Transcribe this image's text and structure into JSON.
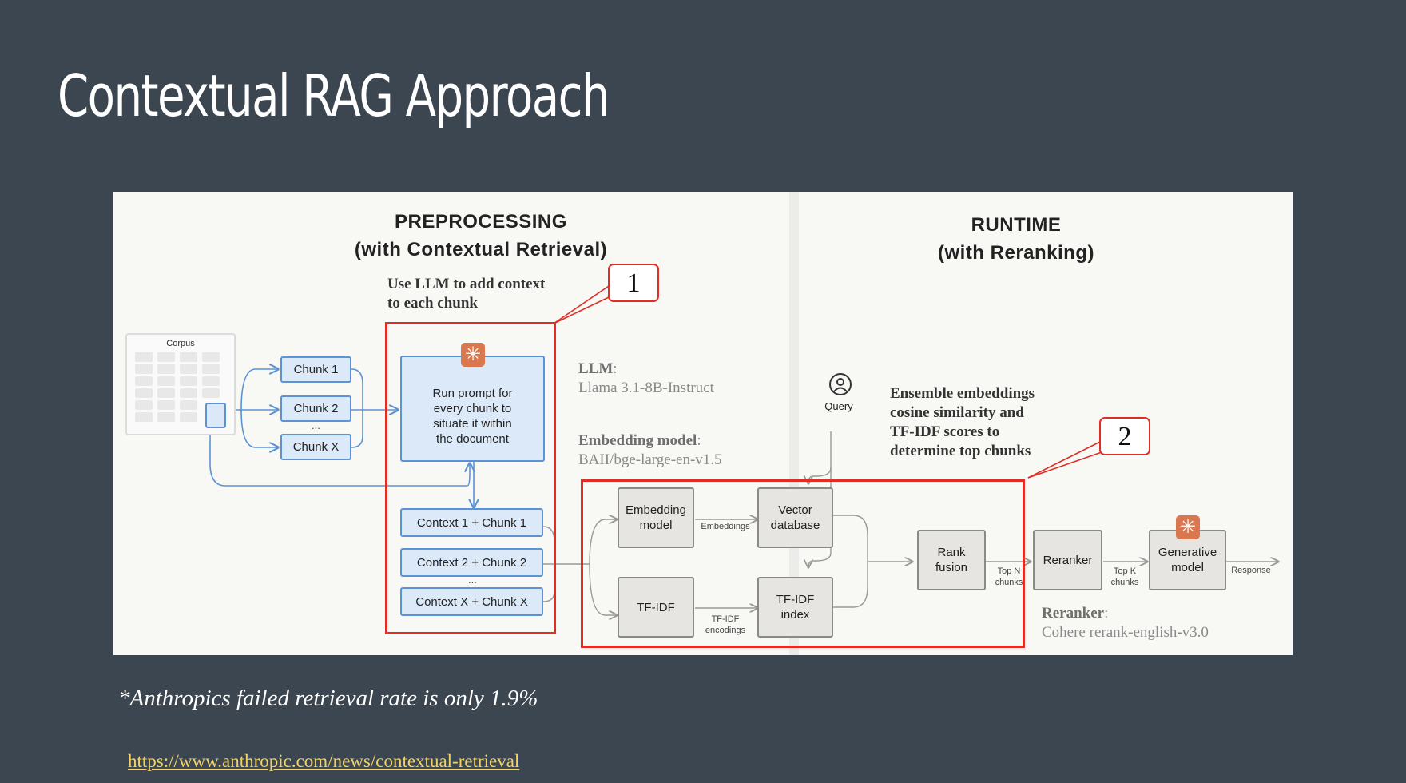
{
  "slide": {
    "title": "Contextual RAG Approach",
    "footnote": "*Anthropics failed retrieval rate is only 1.9%",
    "link": "https://www.anthropic.com/news/contextual-retrieval"
  },
  "diagram": {
    "preprocessing": {
      "heading": "PREPROCESSING",
      "subheading": "(with Contextual Retrieval)",
      "note": [
        "Use LLM to add context",
        "to each chunk"
      ],
      "corpus_label": "Corpus",
      "chunks": [
        "Chunk 1",
        "Chunk 2",
        "Chunk X"
      ],
      "ellipsis": "...",
      "prompt_box": [
        "Run prompt for",
        "every chunk to",
        "situate it within",
        "the document"
      ],
      "contexts": [
        "Context 1 + Chunk 1",
        "Context 2 + Chunk 2",
        "Context X + Chunk X"
      ],
      "llm_label": "LLM",
      "llm_value": "Llama 3.1-8B-Instruct",
      "embedding_label": "Embedding model",
      "embedding_value": "BAII/bge-large-en-v1.5"
    },
    "runtime": {
      "heading": "RUNTIME",
      "subheading": "(with Reranking)",
      "query_label": "Query",
      "note": [
        "Ensemble embeddings",
        "cosine similarity and",
        "TF-IDF scores to",
        "determine top chunks"
      ],
      "embedding_model": [
        "Embedding",
        "model"
      ],
      "embeddings_edge": "Embeddings",
      "vector_db": [
        "Vector",
        "database"
      ],
      "tfidf": "TF-IDF",
      "tfidf_edge": [
        "TF-IDF",
        "encodings"
      ],
      "tfidf_index": [
        "TF-IDF",
        "index"
      ],
      "rank_fusion": [
        "Rank",
        "fusion"
      ],
      "top_n": [
        "Top N",
        "chunks"
      ],
      "reranker": "Reranker",
      "top_k": [
        "Top K",
        "chunks"
      ],
      "generative": [
        "Generative",
        "model"
      ],
      "response": "Response",
      "reranker_label": "Reranker",
      "reranker_value": "Cohere rerank-english-v3.0"
    },
    "callouts": [
      "1",
      "2"
    ],
    "colors": {
      "highlight": "#e02e24",
      "blue_box": "#dbe9f8",
      "gray_box": "#e6e5e1",
      "badge": "#d9774e"
    }
  }
}
